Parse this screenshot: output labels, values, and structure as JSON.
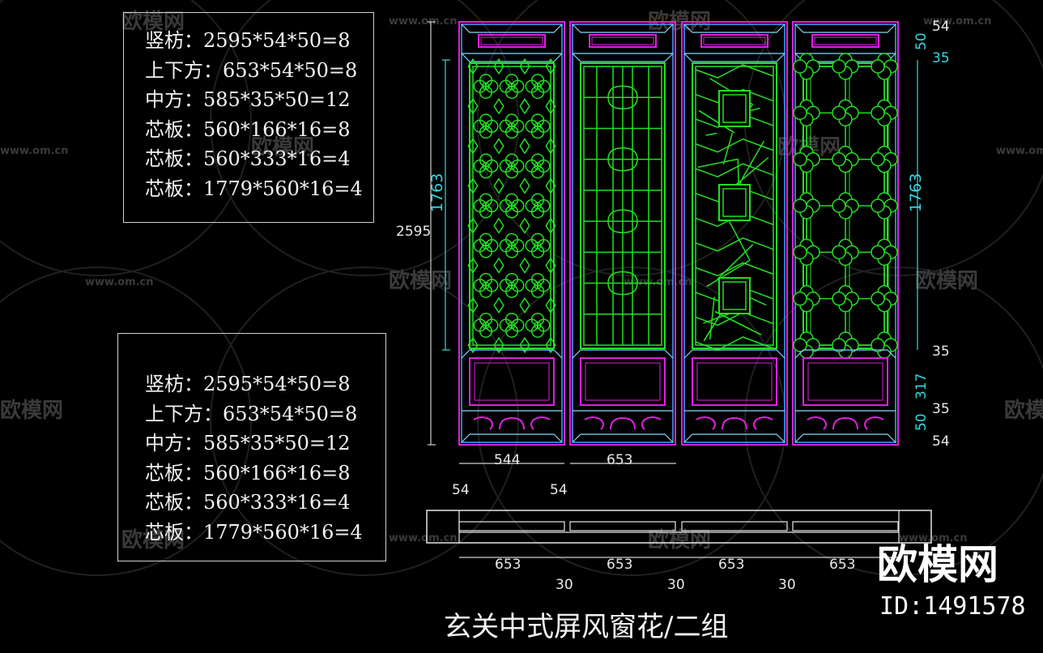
{
  "drawing_title": "玄关中式屏风窗花/二组",
  "brand": {
    "logo_text": "欧模网",
    "id_text": "ID:1491578"
  },
  "watermark": {
    "logo_text": "欧模网",
    "url_text": "www.om.cn"
  },
  "parts_list_top": [
    "竖枋：2595*54*50=8",
    "上下方：653*54*50=8",
    "中方：585*35*50=12",
    "芯板：560*166*16=8",
    "芯板：560*333*16=4",
    "芯板：1779*560*16=4"
  ],
  "parts_list_bottom": [
    "竖枋：2595*54*50=8",
    "上下方：653*54*50=8",
    "中方：585*35*50=12",
    "芯板：560*166*16=8",
    "芯板：560*333*16=4",
    "芯板：1779*560*16=4"
  ],
  "dimensions": {
    "total_height": "2595",
    "lattice_height_left": "1763",
    "lattice_height_right": "1763",
    "top_54": "54",
    "top_50": "50",
    "top_35": "35",
    "mid_35": "35",
    "base_317": "317",
    "low_35": "35",
    "low_50": "50",
    "bottom_54": "54",
    "width_inner": "544",
    "width_panel": "653",
    "stile_left": "54",
    "stile_right": "54",
    "plan_widths": [
      "653",
      "653",
      "653",
      "653"
    ],
    "plan_gaps": [
      "30",
      "30",
      "30"
    ]
  },
  "colors": {
    "frame": "#3aa7ff",
    "frame_inner": "#7fd9ff",
    "accent": "#e020e0",
    "lattice": "#22e022",
    "dimension": "#38d6e0",
    "text": "#f2f2f2"
  }
}
